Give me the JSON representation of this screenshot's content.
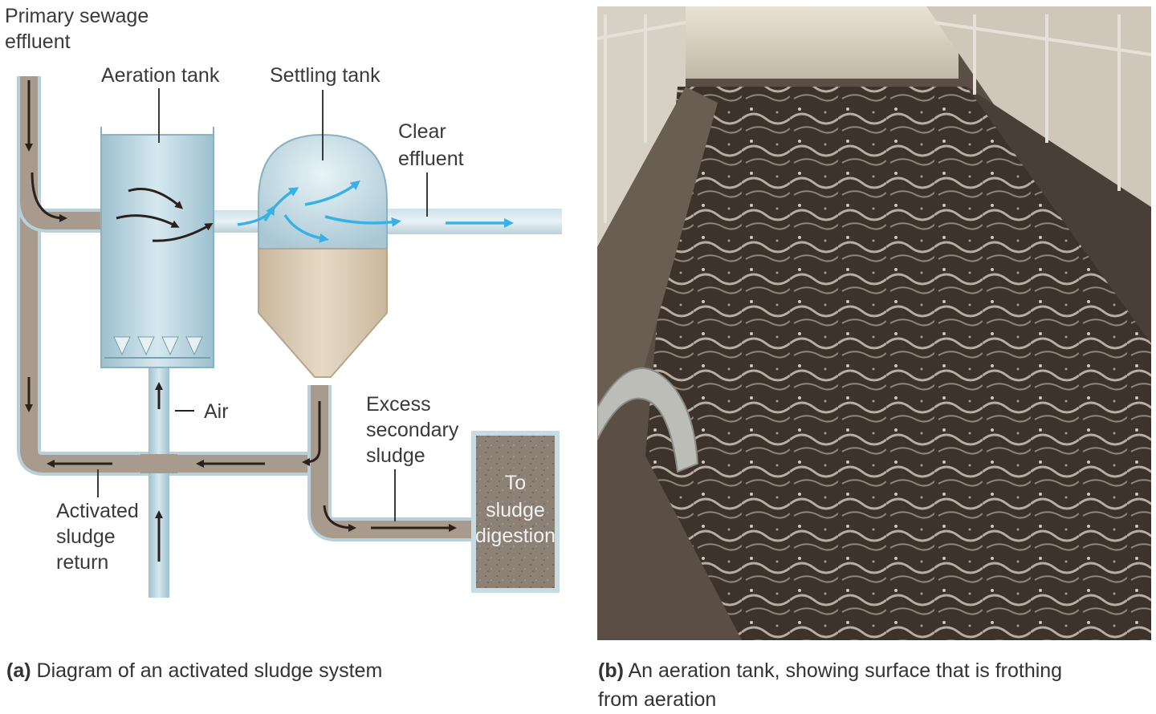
{
  "diagram": {
    "labels": {
      "primary_line1": "Primary sewage",
      "primary_line2": "effluent",
      "aeration_tank": "Aeration tank",
      "settling_tank": "Settling tank",
      "clear_line1": "Clear",
      "clear_line2": "effluent",
      "air": "Air",
      "excess_line1": "Excess",
      "excess_line2": "secondary",
      "excess_line3": "sludge",
      "activated_line1": "Activated",
      "activated_line2": "sludge",
      "activated_line3": "return",
      "to_line1": "To",
      "to_line2": "sludge",
      "to_line3": "digestion"
    }
  },
  "captions": {
    "a_tag": "(a)",
    "a_text": "Diagram of an activated sludge system",
    "b_tag": "(b)",
    "b_line1": "An aeration tank, showing surface that is frothing",
    "b_line2": "from aeration"
  },
  "colors": {
    "pipe": "#a89a8d",
    "water": "#c9dde6",
    "sludge": "#d8c8b0",
    "arrow_blue": "#3ab1e6",
    "arrow_dark": "#2a211c"
  }
}
